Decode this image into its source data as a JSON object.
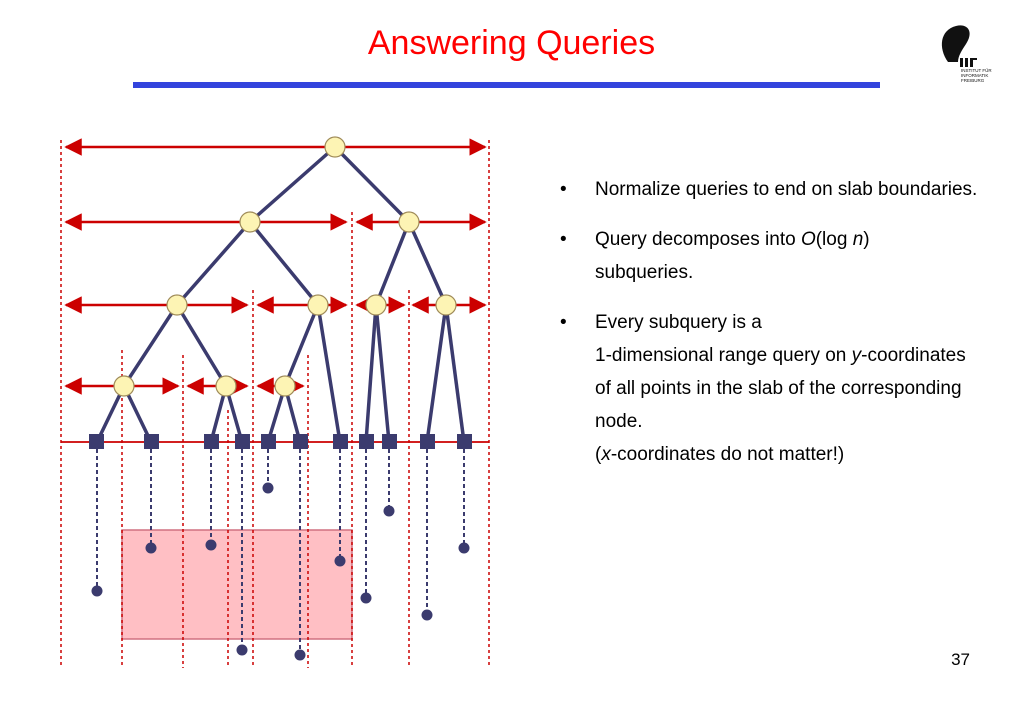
{
  "slide": {
    "title": "Answering Queries",
    "page_number": "37"
  },
  "logo": {
    "text_lines": [
      "INSTITUT FÜR",
      "INFORMATIK",
      "FREIBURG"
    ]
  },
  "bullets": [
    {
      "bullet": "•",
      "text": "Normalize queries to end on slab boundaries."
    },
    {
      "bullet": "•",
      "parts": [
        "Query decomposes into ",
        "O",
        "(log ",
        "n",
        ")",
        " subqueries."
      ]
    },
    {
      "bullet": "•",
      "parts": [
        "Every subquery is a",
        "1-dimensional range query on ",
        "y",
        "-coordinates of all points in the slab of the corresponding node.",
        "(",
        "x",
        "-coordinates do not matter!)"
      ]
    }
  ],
  "colors": {
    "title": "#ff0000",
    "rule": "#3344dd",
    "red_lines": "#cc0000",
    "tree_edges": "#3b3b6e",
    "internal_node_fill": "#fdf4b4",
    "leaf_fill": "#3b3b6e",
    "query_box_fill": "#ffbfc4",
    "query_box_stroke": "#d07080"
  }
}
